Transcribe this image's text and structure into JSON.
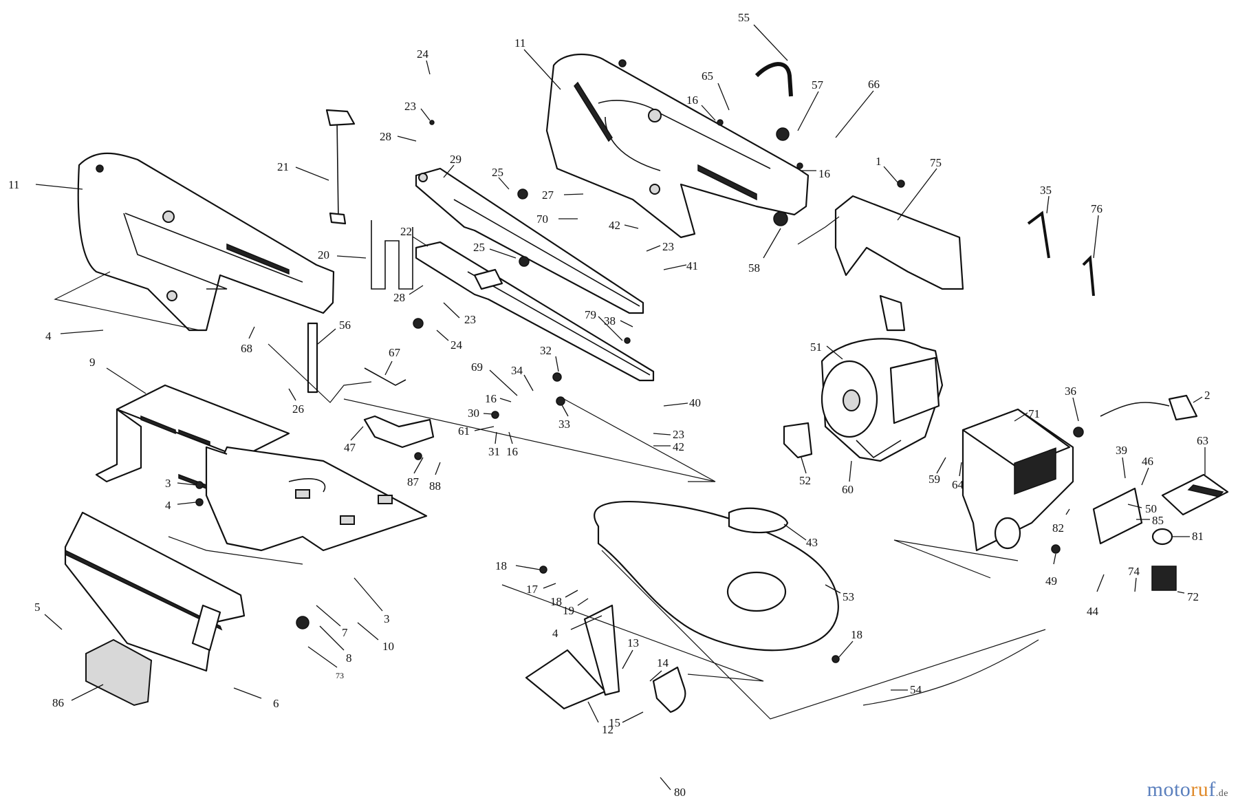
{
  "watermark": {
    "name_a": "moto",
    "name_b": "ru",
    "name_c": "f",
    "tld": ".de"
  },
  "callouts": [
    {
      "id": "c1",
      "label": "11"
    },
    {
      "id": "c2",
      "label": "11"
    },
    {
      "id": "c3",
      "label": "24"
    },
    {
      "id": "c4",
      "label": "23"
    },
    {
      "id": "c5",
      "label": "28"
    },
    {
      "id": "c6",
      "label": "21"
    },
    {
      "id": "c7",
      "label": "29"
    },
    {
      "id": "c8",
      "label": "25"
    },
    {
      "id": "c9",
      "label": "20"
    },
    {
      "id": "c10",
      "label": "22"
    },
    {
      "id": "c11",
      "label": "25"
    },
    {
      "id": "c12",
      "label": "28"
    },
    {
      "id": "c13",
      "label": "23"
    },
    {
      "id": "c14",
      "label": "24"
    },
    {
      "id": "c15",
      "label": "4"
    },
    {
      "id": "c16",
      "label": "68"
    },
    {
      "id": "c17",
      "label": "56"
    },
    {
      "id": "c18",
      "label": "67"
    },
    {
      "id": "c19",
      "label": "9"
    },
    {
      "id": "c20",
      "label": "26"
    },
    {
      "id": "c21",
      "label": "47"
    },
    {
      "id": "c22",
      "label": "87"
    },
    {
      "id": "c23",
      "label": "88"
    },
    {
      "id": "c24",
      "label": "3"
    },
    {
      "id": "c25",
      "label": "4"
    },
    {
      "id": "c26",
      "label": "5"
    },
    {
      "id": "c27",
      "label": "7"
    },
    {
      "id": "c28",
      "label": "3"
    },
    {
      "id": "c29",
      "label": "8"
    },
    {
      "id": "c30",
      "label": "10"
    },
    {
      "id": "c31",
      "label": "73"
    },
    {
      "id": "c32",
      "label": "86"
    },
    {
      "id": "c33",
      "label": "6"
    },
    {
      "id": "c34",
      "label": "55"
    },
    {
      "id": "c35",
      "label": "65"
    },
    {
      "id": "c36",
      "label": "57"
    },
    {
      "id": "c37",
      "label": "66"
    },
    {
      "id": "c38",
      "label": "16"
    },
    {
      "id": "c39",
      "label": "16"
    },
    {
      "id": "c40",
      "label": "27"
    },
    {
      "id": "c41",
      "label": "70"
    },
    {
      "id": "c42",
      "label": "42"
    },
    {
      "id": "c43",
      "label": "23"
    },
    {
      "id": "c44",
      "label": "41"
    },
    {
      "id": "c45",
      "label": "58"
    },
    {
      "id": "c46",
      "label": "1"
    },
    {
      "id": "c47",
      "label": "75"
    },
    {
      "id": "c48",
      "label": "35"
    },
    {
      "id": "c49",
      "label": "76"
    },
    {
      "id": "c50",
      "label": "79"
    },
    {
      "id": "c51",
      "label": "38"
    },
    {
      "id": "c52",
      "label": "69"
    },
    {
      "id": "c53",
      "label": "34"
    },
    {
      "id": "c54",
      "label": "32"
    },
    {
      "id": "c55",
      "label": "16"
    },
    {
      "id": "c56",
      "label": "30"
    },
    {
      "id": "c57",
      "label": "61"
    },
    {
      "id": "c58",
      "label": "31"
    },
    {
      "id": "c59",
      "label": "16"
    },
    {
      "id": "c60",
      "label": "33"
    },
    {
      "id": "c61",
      "label": "40"
    },
    {
      "id": "c62",
      "label": "23"
    },
    {
      "id": "c63",
      "label": "42"
    },
    {
      "id": "c64",
      "label": "51"
    },
    {
      "id": "c65",
      "label": "52"
    },
    {
      "id": "c66",
      "label": "60"
    },
    {
      "id": "c67",
      "label": "59"
    },
    {
      "id": "c68",
      "label": "64"
    },
    {
      "id": "c69",
      "label": "71"
    },
    {
      "id": "c70",
      "label": "36"
    },
    {
      "id": "c71",
      "label": "2"
    },
    {
      "id": "c72",
      "label": "39"
    },
    {
      "id": "c73",
      "label": "46"
    },
    {
      "id": "c74",
      "label": "63"
    },
    {
      "id": "c75",
      "label": "43"
    },
    {
      "id": "c76",
      "label": "53"
    },
    {
      "id": "c77",
      "label": "82"
    },
    {
      "id": "c78",
      "label": "50"
    },
    {
      "id": "c79",
      "label": "85"
    },
    {
      "id": "c80",
      "label": "81"
    },
    {
      "id": "c81",
      "label": "49"
    },
    {
      "id": "c82",
      "label": "74"
    },
    {
      "id": "c83",
      "label": "44"
    },
    {
      "id": "c84",
      "label": "72"
    },
    {
      "id": "c85",
      "label": "18"
    },
    {
      "id": "c86",
      "label": "17"
    },
    {
      "id": "c87",
      "label": "18"
    },
    {
      "id": "c88",
      "label": "19"
    },
    {
      "id": "c89",
      "label": "4"
    },
    {
      "id": "c90",
      "label": "13"
    },
    {
      "id": "c91",
      "label": "14"
    },
    {
      "id": "c92",
      "label": "18"
    },
    {
      "id": "c93",
      "label": "54"
    },
    {
      "id": "c94",
      "label": "12"
    },
    {
      "id": "c95",
      "label": "15"
    },
    {
      "id": "c96",
      "label": "80"
    }
  ]
}
